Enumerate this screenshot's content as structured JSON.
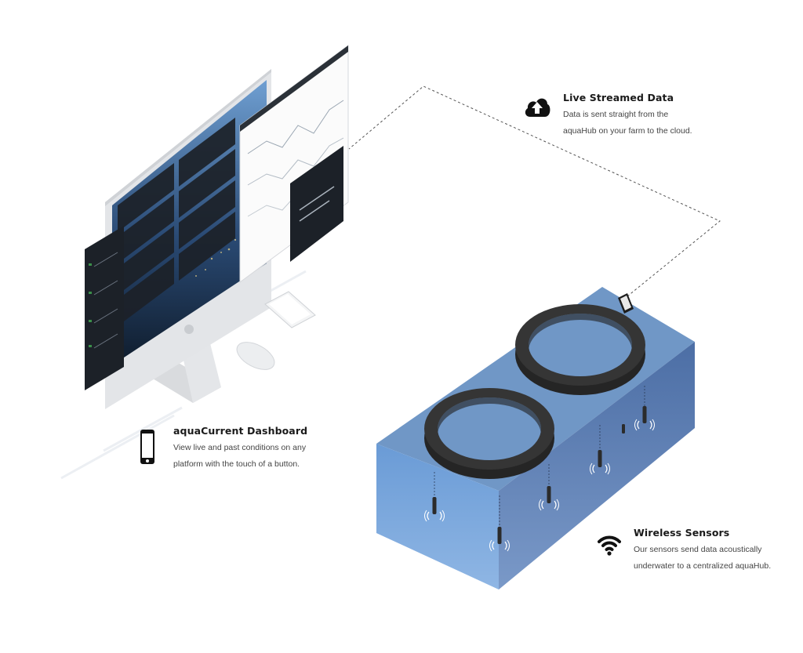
{
  "callouts": {
    "dashboard": {
      "icon": "phone-icon",
      "title": "aquaCurrent Dashboard",
      "desc_line1": "View live and past conditions on any",
      "desc_line2": "platform with the touch of a button."
    },
    "stream": {
      "icon": "cloud-upload-icon",
      "title": "Live Streamed Data",
      "desc_line1": "Data is sent straight from the",
      "desc_line2": "aquaHub on your farm to the cloud."
    },
    "sensors": {
      "icon": "wifi-icon",
      "title": "Wireless Sensors",
      "desc_line1": "Our sensors send data acoustically",
      "desc_line2": "underwater to a centralized aquaHub."
    }
  },
  "colors": {
    "water_top": "#7097c6",
    "water_front": "#5f8fcd",
    "water_side": "#4d6fa6",
    "ring": "#2f2f2f",
    "dashboard_dark": "#1c2128",
    "icon_dark": "#111111"
  }
}
